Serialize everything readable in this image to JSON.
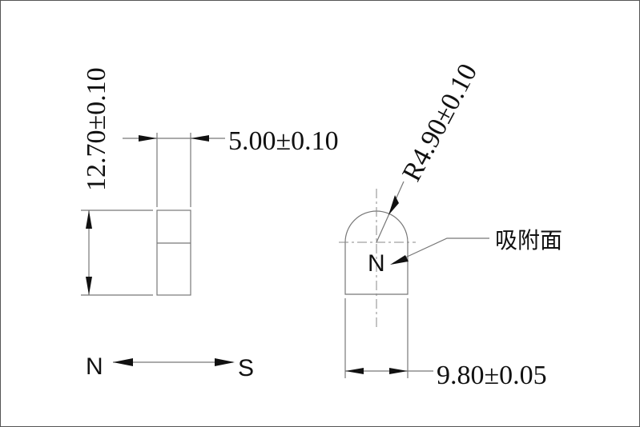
{
  "drawing": {
    "side_view": {
      "height_dim": "12.70±0.10",
      "thickness_dim": "5.00±0.10"
    },
    "front_view": {
      "radius_dim": "R4.90±0.10",
      "width_dim": "9.80±0.05",
      "pole_label": "N",
      "surface_label": "吸附面"
    },
    "pole_direction": {
      "north": "N",
      "south": "S"
    }
  },
  "colors": {
    "line": "#777777",
    "text": "#111111",
    "background": "#ffffff"
  }
}
